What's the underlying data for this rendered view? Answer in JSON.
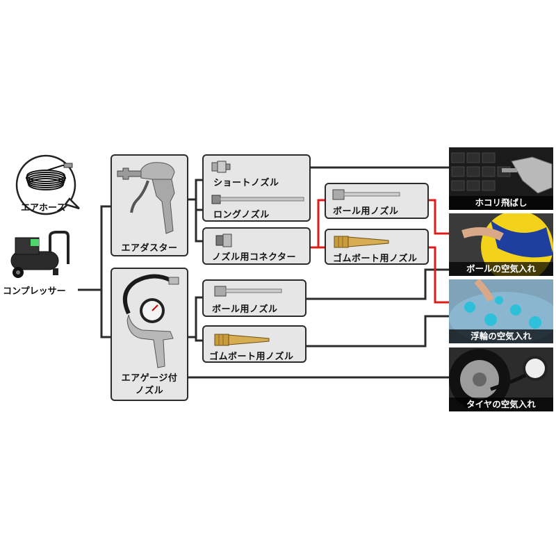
{
  "colors": {
    "line": "#2b2b2b",
    "highlight": "#e01b1b",
    "box_fill": "#e6e6e6",
    "caption_bg": "#000000"
  },
  "source": {
    "compressor_label": "コンプレッサー",
    "hose_label": "エアホース"
  },
  "tools": {
    "air_duster": {
      "label": "エアダスター"
    },
    "gauge_nozzle": {
      "label_line1": "エアゲージ付",
      "label_line2": "ノズル"
    }
  },
  "nozzles": {
    "short": "ショートノズル",
    "long": "ロングノズル",
    "connector": "ノズル用コネクター",
    "ball_a": "ボール用ノズル",
    "boat_a": "ゴムボート用ノズル",
    "ball_b": "ボール用ノズル",
    "boat_b": "ゴムボート用ノズル"
  },
  "uses": {
    "dust": "ホコリ飛ばし",
    "ball": "ボールの空気入れ",
    "float": "浮輪の空気入れ",
    "tire": "タイヤの空気入れ"
  },
  "icons": [
    "coiled-hose-icon",
    "compressor-icon",
    "air-duster-gun-icon",
    "gauge-nozzle-icon",
    "short-nozzle-icon",
    "long-nozzle-icon",
    "connector-icon",
    "ball-needle-icon",
    "brass-nozzle-icon"
  ]
}
